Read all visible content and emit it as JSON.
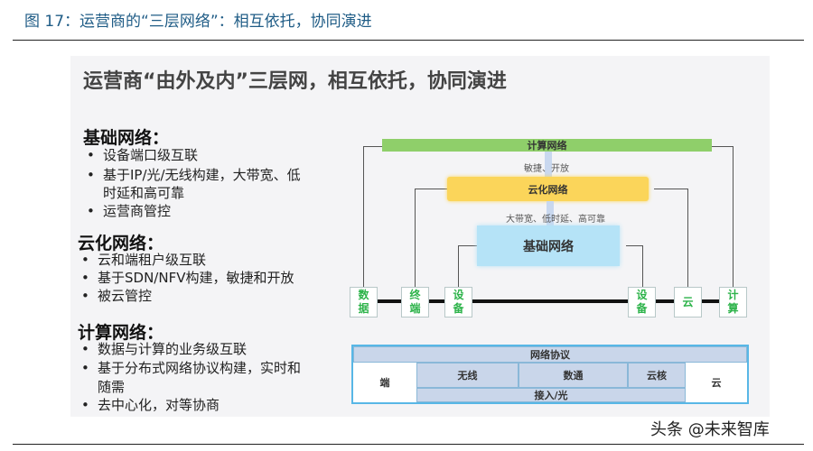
{
  "figure_title": "图 17：运营商的“三层网络”：相互依托，协同演进",
  "panel_heading": "运营商“由外及内”三层网，相互依托，协同演进",
  "sections": [
    {
      "title": "基础网络：",
      "bullets": [
        "设备端口级互联",
        "基于IP/光/无线构建，大带宽、低",
        "时延和高可靠",
        "运营商管控"
      ]
    },
    {
      "title": "云化网络：",
      "bullets": [
        "云和端租户级互联",
        "基于SDN/NFV构建，敏捷和开放",
        "被云管控"
      ]
    },
    {
      "title": "计算网络：",
      "bullets": [
        "数据与计算的业务级互联",
        "基于分布式网络协议构建，实时和",
        "随需",
        "去中心化，对等协商"
      ]
    }
  ],
  "diagram": {
    "compute_layer": "计算网络",
    "compute_label": "敏捷、开放",
    "cloud_layer": "云化网络",
    "cloud_label": "大带宽、低时延、高可靠",
    "base_layer": "基础网络",
    "nodes": [
      [
        "数",
        "据"
      ],
      [
        "终",
        "端"
      ],
      [
        "设",
        "备"
      ],
      [
        "设",
        "备"
      ],
      [
        "云"
      ],
      [
        "计",
        "算"
      ]
    ],
    "colors": {
      "compute": "#8fcf6a",
      "cloud": "#fbd55a",
      "base": "#b5e3f7",
      "node_text": "#2db34a",
      "table": "#c9d6ea"
    }
  },
  "table": {
    "protocol": "网络协议",
    "end": "端",
    "wireless": "无线",
    "datacom": "数通",
    "cloud_core": "云核",
    "access": "接入/光",
    "cloud": "云"
  },
  "source_mark": "头条 @未来智库"
}
